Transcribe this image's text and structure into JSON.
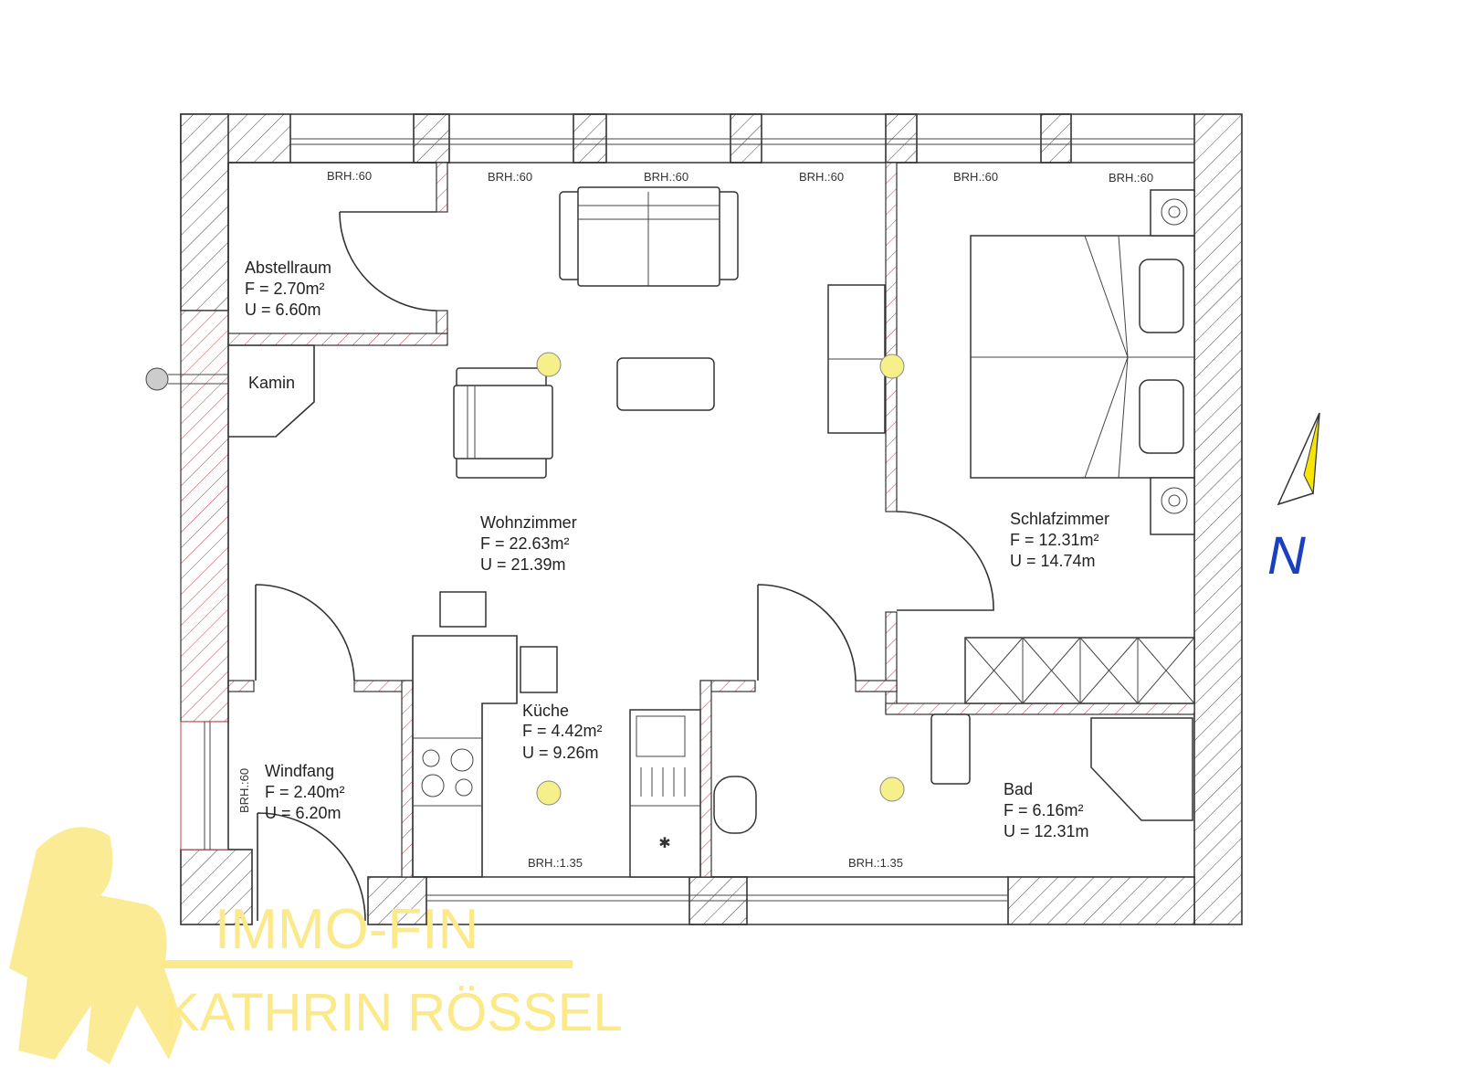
{
  "plan": {
    "rooms": [
      {
        "name": "Abstellraum",
        "area": "F = 2.70m²",
        "perimeter": "U = 6.60m"
      },
      {
        "name": "Kamin"
      },
      {
        "name": "Wohnzimmer",
        "area": "F = 22.63m²",
        "perimeter": "U = 21.39m"
      },
      {
        "name": "Schlafzimmer",
        "area": "F = 12.31m²",
        "perimeter": "U = 14.74m"
      },
      {
        "name": "Küche",
        "area": "F = 4.42m²",
        "perimeter": "U = 9.26m"
      },
      {
        "name": "Windfang",
        "area": "F = 2.40m²",
        "perimeter": "U = 6.20m"
      },
      {
        "name": "Bad",
        "area": "F = 6.16m²",
        "perimeter": "U = 12.31m"
      }
    ],
    "sill_heights": [
      "BRH.:60",
      "BRH.:60",
      "BRH.:60",
      "BRH.:60",
      "BRH.:60",
      "BRH.:60",
      "BRH.:60",
      "BRH.:1.35",
      "BRH.:1.35"
    ],
    "north_label": "N"
  },
  "logo": {
    "line1": "IMMO-FIN",
    "line2": "KATHRIN RÖSSEL"
  },
  "colors": {
    "wall": "#333333",
    "partition_hatch": "#c0404a",
    "lamp": "#f5f08a",
    "north": "#1a3fbf",
    "north_arrow": "#f5e500",
    "logo": "#fbe98a"
  }
}
